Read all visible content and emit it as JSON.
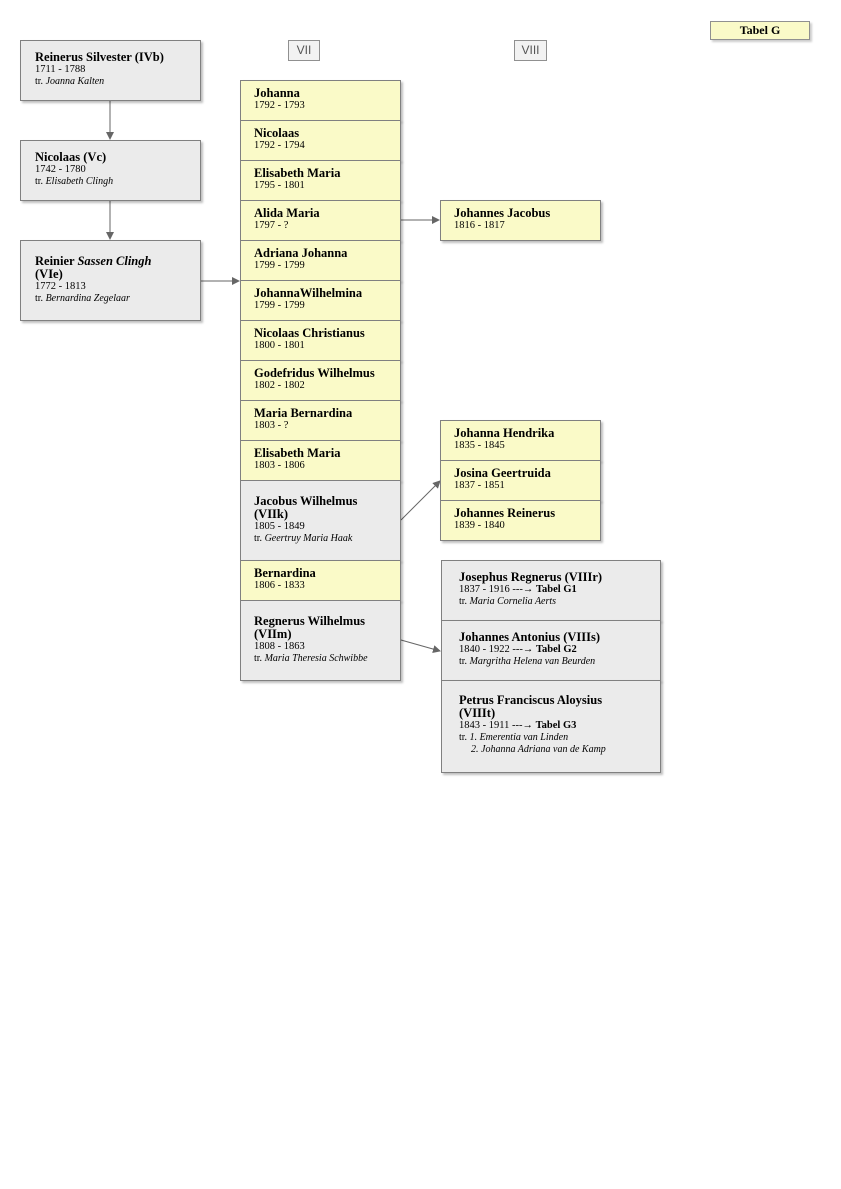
{
  "header": {
    "table_label": "Tabel G",
    "generation_vii": "VII",
    "generation_viii": "VIII"
  },
  "ancestors": [
    {
      "name": "Reinerus Silvester (IVb)",
      "dates": "1711 - 1788",
      "spouse_prefix": "tr.",
      "spouse": "Joanna Kalten"
    },
    {
      "name": "Nicolaas (Vc)",
      "dates": "1742 - 1780",
      "spouse_prefix": "tr.",
      "spouse": "Elisabeth Clingh"
    },
    {
      "name_prefix": "Reinier",
      "name_italic": "Sassen Clingh",
      "name_suffix": "(VIe)",
      "dates": "1772 - 1813",
      "spouse_prefix": "tr.",
      "spouse": "Bernardina Zegelaar"
    }
  ],
  "children_vii": [
    {
      "name": "Johanna",
      "dates": "1792 - 1793"
    },
    {
      "name": "Nicolaas",
      "dates": "1792 - 1794"
    },
    {
      "name": "Elisabeth Maria",
      "dates": "1795 - 1801"
    },
    {
      "name": "Alida Maria",
      "dates": "1797 - ?"
    },
    {
      "name": "Adriana Johanna",
      "dates": "1799 - 1799"
    },
    {
      "name": "JohannaWilhelmina",
      "dates": "1799 - 1799"
    },
    {
      "name": "Nicolaas Christianus",
      "dates": "1800 - 1801"
    },
    {
      "name": "Godefridus Wilhelmus",
      "dates": "1802 - 1802"
    },
    {
      "name": "Maria Bernardina",
      "dates": "1803 - ?"
    },
    {
      "name": "Elisabeth Maria",
      "dates": "1803 - 1806"
    },
    {
      "name": "Jacobus Wilhelmus (VIIk)",
      "dates": "1805 - 1849",
      "spouse_prefix": "tr.",
      "spouse": "Geertruy Maria Haak"
    },
    {
      "name": "Bernardina",
      "dates": "1806 - 1833"
    },
    {
      "name": "Regnerus Wilhelmus (VIIm)",
      "dates": "1808 - 1863",
      "spouse_prefix": "tr.",
      "spouse": "Maria Theresia Schwibbe"
    }
  ],
  "alida_children": [
    {
      "name": "Johannes Jacobus",
      "dates": "1816 - 1817"
    }
  ],
  "jacobus_children": [
    {
      "name": "Johanna Hendrika",
      "dates": "1835 - 1845"
    },
    {
      "name": "Josina Geertruida",
      "dates": "1837 - 1851"
    },
    {
      "name": "Johannes Reinerus",
      "dates": "1839 - 1840"
    }
  ],
  "regnerus_children": [
    {
      "name": "Josephus Regnerus (VIIIr)",
      "dates": "1837 - 1916 ---",
      "arrow": "→",
      "ref": "Tabel G1",
      "spouse_prefix": "tr.",
      "spouse": "Maria Cornelia Aerts"
    },
    {
      "name": "Johannes Antonius (VIIIs)",
      "dates": "1840 - 1922 ---",
      "arrow": "→",
      "ref": "Tabel G2",
      "spouse_prefix": "tr.",
      "spouse": "Margritha Helena van Beurden"
    },
    {
      "name": "Petrus Franciscus Aloysius (VIIIt)",
      "dates": "1843 - 1911 ---",
      "arrow": "→",
      "ref": "Tabel G3",
      "spouse_prefix": "tr.",
      "spouse": "1. Emerentia van Linden",
      "spouse2": "2. Johanna Adriana van de Kamp"
    }
  ]
}
